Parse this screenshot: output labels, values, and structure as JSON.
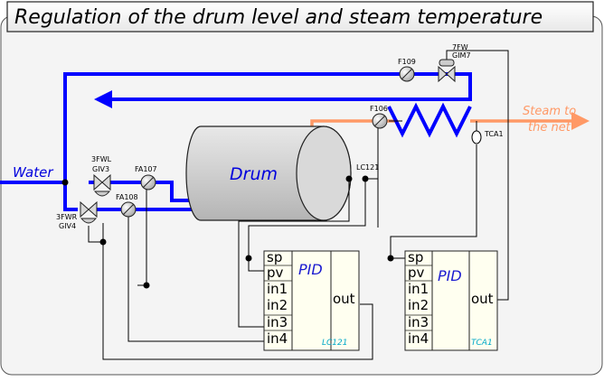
{
  "title": "Regulation of the drum level and steam temperature",
  "labels": {
    "water": "Water",
    "steam_line1": "Steam to",
    "steam_line2": "the net",
    "drum": "Drum"
  },
  "instruments": {
    "f109": "F109",
    "valve_top_line1": "7FW",
    "valve_top_line2": "GIM7",
    "f106": "F106",
    "tca1": "TCA1",
    "lc121": "LC121",
    "fa107": "FA107",
    "fa108": "FA108",
    "valve_3fwl_line1": "3FWL",
    "valve_3fwl_line2": "GIV3",
    "valve_3fwr_line1": "3FWR",
    "valve_3fwr_line2": "GIV4"
  },
  "pid_blocks": [
    {
      "title": "PID",
      "inputs": [
        "sp",
        "pv",
        "in1",
        "in2",
        "in3",
        "in4"
      ],
      "output": "out",
      "tag": "LC121"
    },
    {
      "title": "PID",
      "inputs": [
        "sp",
        "pv",
        "in1",
        "in2",
        "in3",
        "in4"
      ],
      "output": "out",
      "tag": "TCA1"
    }
  ],
  "colors": {
    "water_line": "#0000ff",
    "steam_line": "#ff9966",
    "drum_fill": "#cfcfcf",
    "pid_fill": "#fffff0",
    "panel_bg": "#f4f4f4",
    "title_text": "#000000"
  },
  "icons": {
    "valve": "butterfly-valve-icon",
    "flow_meter": "flow-meter-icon",
    "temp_sensor": "temperature-sensor-icon",
    "heat_exchanger": "superheater-coil-icon"
  }
}
